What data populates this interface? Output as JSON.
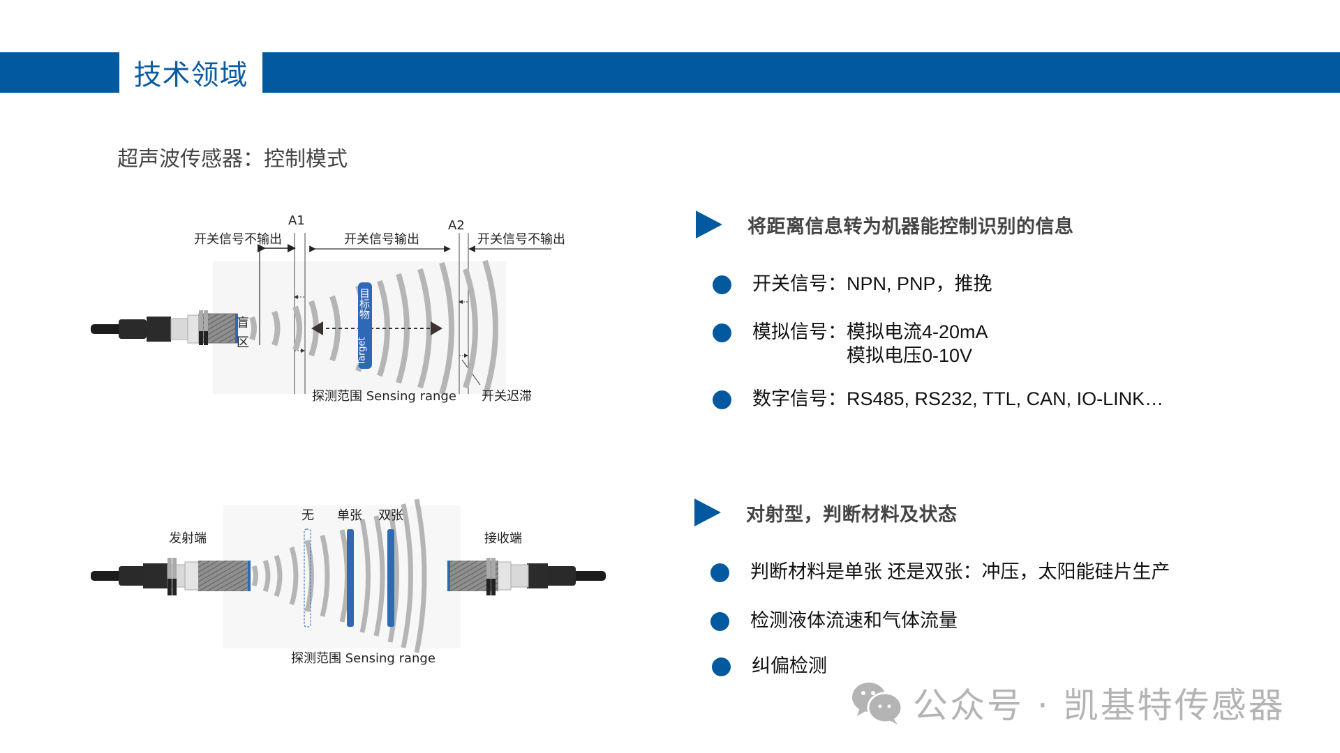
{
  "header": {
    "title": "技术领域"
  },
  "subtitle": "超声波传感器：控制模式",
  "diagram_top": {
    "labels": {
      "a1": "A1",
      "a2": "A2",
      "no_output_left": "开关信号不输出",
      "output": "开关信号输出",
      "no_output_right": "开关信号不输出",
      "blind_zone_1": "盲",
      "blind_zone_2": "区",
      "target_cn": "目标物",
      "target_en": "Target",
      "sensing_range": "探测范围 Sensing range",
      "hysteresis": "开关迟滞"
    }
  },
  "diagram_bottom": {
    "labels": {
      "emitter": "发射端",
      "receiver": "接收端",
      "none": "无",
      "single": "单张",
      "double": "双张",
      "sensing_range": "探测范围 Sensing range"
    }
  },
  "sections": [
    {
      "title": "将距离信息转为机器能控制识别的信息",
      "bullets": [
        {
          "label": "开关信号：",
          "values": [
            "NPN, PNP，推挽"
          ]
        },
        {
          "label": "模拟信号：",
          "values": [
            "模拟电流4-20mA",
            "模拟电压0-10V"
          ]
        },
        {
          "label": "数字信号：",
          "values": [
            "RS485, RS232, TTL, CAN, IO-LINK…"
          ]
        }
      ]
    },
    {
      "title": "对射型，判断材料及状态",
      "bullets": [
        {
          "label": "",
          "values": [
            "判断材料是单张 还是双张：冲压，太阳能硅片生产"
          ]
        },
        {
          "label": "",
          "values": [
            "检测液体流速和气体流量"
          ]
        },
        {
          "label": "",
          "values": [
            "纠偏检测"
          ]
        }
      ]
    }
  ],
  "watermark": {
    "icon": "wechat-icon",
    "text": "公众号 · 凯基特传感器"
  },
  "colors": {
    "brand_blue": "#02599f",
    "target_blue": "#2f68b5",
    "wave_gray": "#b5b5b5"
  }
}
